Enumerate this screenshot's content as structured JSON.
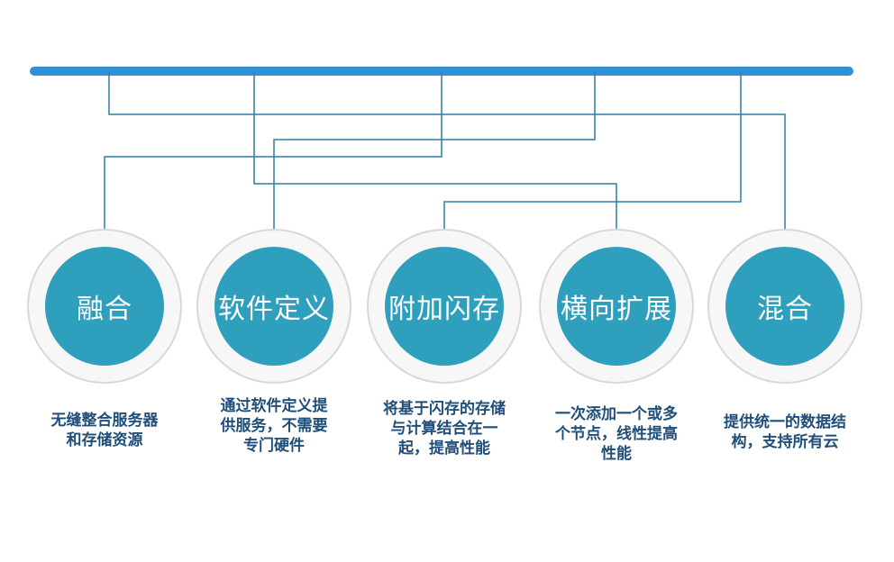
{
  "colors": {
    "bus": "#2f8fd8",
    "connector": "#2e7fa4",
    "circle_fill": "#2e9fbc",
    "circle_ring": "#f7f7f7",
    "description_text": "#1f4e79"
  },
  "nodes": [
    {
      "title": "融合",
      "desc_lines": [
        "无缝整合服务器",
        "和存储资源"
      ]
    },
    {
      "title": "软件定义",
      "desc_lines": [
        "通过软件定义提",
        "供服务，不需要",
        "专门硬件"
      ]
    },
    {
      "title": "附加闪存",
      "desc_lines": [
        "将基于闪存的存储",
        "与计算结合在一",
        "起，提高性能"
      ]
    },
    {
      "title": "横向扩展",
      "desc_lines": [
        "一次添加一个或多",
        "个节点，线性提高",
        "性能"
      ]
    },
    {
      "title": "混合",
      "desc_lines": [
        "提供统一的数据结",
        "构，支持所有云"
      ]
    }
  ]
}
